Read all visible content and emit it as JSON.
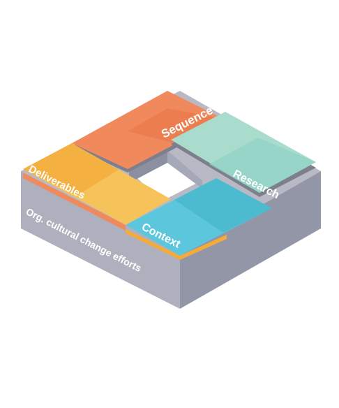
{
  "diagram": {
    "base_label": "Org. cultural change efforts",
    "tiles": [
      {
        "id": "sequence",
        "label": "Sequence",
        "color_light": "#f08a5c",
        "color_dark": "#e9774a"
      },
      {
        "id": "research",
        "label": "Research",
        "color_light": "#a9dccd",
        "color_dark": "#92d3c5"
      },
      {
        "id": "context",
        "label": "Context",
        "color_light": "#5cc7dc",
        "color_dark": "#46b6c9"
      },
      {
        "id": "deliverables",
        "label": "Deliverables",
        "color_light": "#f6c35b",
        "color_dark": "#f4ab3a"
      }
    ],
    "colors": {
      "base_top": "#b8b9c4",
      "base_left": "#aeb0bd",
      "base_right": "#9396a6",
      "hole_wall_left": "#8c8f9f",
      "hole_wall_right": "#a5a8b6",
      "separator": "#7d7f8c",
      "label_color": "#ffffff"
    }
  }
}
